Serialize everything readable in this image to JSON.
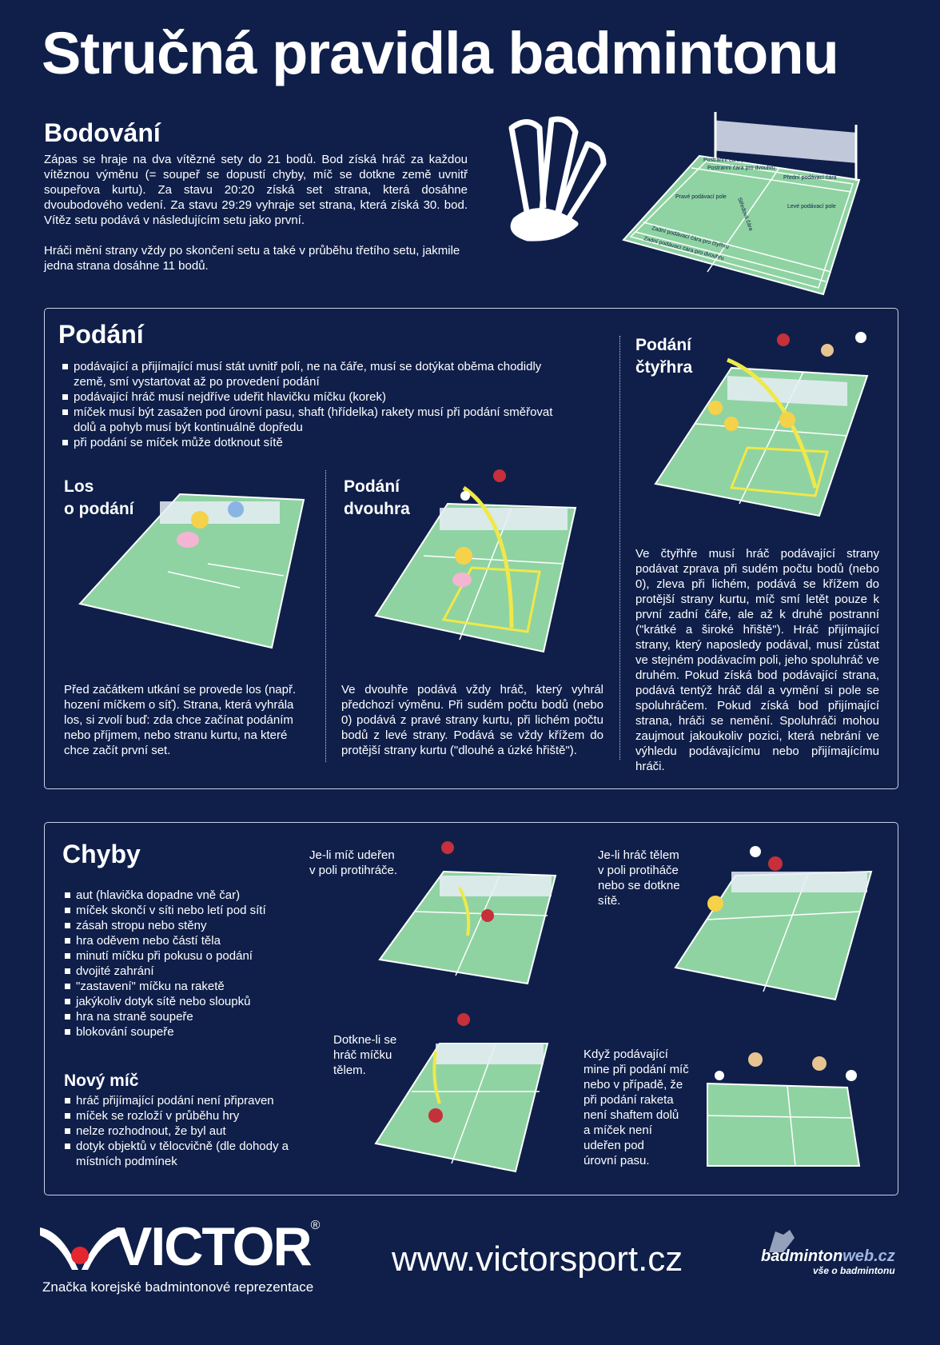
{
  "title": "Stručná pravidla badmintonu",
  "scoring": {
    "heading": "Bodování",
    "para1": "Zápas se hraje na dva vítězné sety do 21 bodů. Bod získá hráč za každou vítěznou výměnu (= soupeř se dopustí chyby, míč se dotkne země uvnitř soupeřova kurtu). Za stavu 20:20 získá set strana, která dosáhne dvoubodového vedení. Za stavu 29:29 vyhraje set strana, která získá 30. bod. Vítěz setu podává v následujícím setu jako první.",
    "para2": "Hráči mění strany vždy po skončení setu a také v průběhu třetího setu, jakmile jedna strana dosáhne 11 bodů."
  },
  "court_diagram": {
    "labels": [
      "Postranní čára pro čtyřhru",
      "Postranní čára pro dvouhru",
      "Přední podávací čára",
      "Pravé podávací pole",
      "Středová čára",
      "Levé podávací pole",
      "Zadní podávací čára pro čtyřhru",
      "Zadní podávací čára pro dvouhru"
    ]
  },
  "serve": {
    "heading": "Podání",
    "bullets": [
      "podávající a přijímající musí stát uvnitř polí, ne na čáře, musí se dotýkat oběma chodidly země, smí vystartovat až po provedení podání",
      "podávající hráč musí nejdříve udeřit hlavičku míčku (korek)",
      "míček musí být zasažen pod úrovní pasu, shaft (hřídelka) rakety musí při podání směřovat dolů a pohyb musí být kontinuálně dopředu",
      "při podání se míček může dotknout sítě"
    ],
    "doubles": {
      "heading_line1": "Podání",
      "heading_line2": "čtyřhra",
      "text": "Ve čtyřhře musí hráč podávající strany podávat zprava při sudém počtu bodů (nebo 0), zleva při lichém, podává se křížem do protější strany kurtu, míč smí letět pouze k první zadní čáře, ale až k druhé postranní (\"krátké a široké hřiště\"). Hráč přijímající strany, který naposledy podával, musí zůstat ve stejném podávacím poli, jeho spoluhráč ve druhém. Pokud získá bod podávající strana, podává tentýž hráč dál a vymění si pole se spoluhráčem. Pokud získá bod přijímající strana, hráči se nemění. Spoluhráči mohou zaujmout jakoukoliv pozici, která nebrání ve výhledu podávajícímu nebo přijímajícímu hráči."
    },
    "toss": {
      "heading_line1": "Los",
      "heading_line2": "o podání",
      "text": "Před začátkem utkání se provede los (např. hození míčkem o síť). Strana, která vyhrála los, si zvolí buď: zda chce začínat podáním nebo příjmem, nebo stranu kurtu, na které chce začít první set."
    },
    "singles": {
      "heading_line1": "Podání",
      "heading_line2": "dvouhra",
      "text": "Ve dvouhře podává vždy hráč, který vyhrál předchozí výměnu. Při sudém počtu bodů (nebo 0) podává z pravé strany kurtu, při lichém počtu bodů z levé strany. Podává se vždy křížem do protější strany kurtu (\"dlouhé a úzké hřiště\")."
    }
  },
  "faults": {
    "heading": "Chyby",
    "bullets": [
      "aut (hlavička dopadne vně čar)",
      "míček skončí v síti nebo letí pod sítí",
      "zásah stropu nebo stěny",
      "hra oděvem nebo částí těla",
      "minutí míčku při pokusu o podání",
      "dvojité zahrání",
      "\"zastavení\" míčku na raketě",
      "jakýkoliv dotyk sítě nebo sloupků",
      "hra na straně soupeře",
      "blokování soupeře"
    ],
    "captions": {
      "c1_l1": "Je-li míč udeřen",
      "c1_l2": "v poli protihráče.",
      "c2_l1": "Je-li hráč tělem",
      "c2_l2": "v poli protiháče",
      "c2_l3": "nebo se dotkne",
      "c2_l4": "sítě.",
      "c3_l1": "Dotkne-li se",
      "c3_l2": "hráč míčku",
      "c3_l3": "tělem.",
      "c4_l1": "Když podávající",
      "c4_l2": "mine při podání míč",
      "c4_l3": "nebo v případě, že",
      "c4_l4": "při podání raketa",
      "c4_l5": "není shaftem dolů",
      "c4_l6": "a míček není",
      "c4_l7": "udeřen pod",
      "c4_l8": "úrovní pasu."
    }
  },
  "let": {
    "heading": "Nový míč",
    "bullets": [
      "hráč přijímající podání není připraven",
      "míček se rozloží v průběhu hry",
      "nelze rozhodnout, že byl aut",
      "dotyk objektů v tělocvičně (dle dohody a místních podmínek"
    ]
  },
  "footer": {
    "brand": "VICTOR",
    "registered": "®",
    "tagline": "Značka korejské badmintonové reprezentace",
    "url": "www.victorsport.cz",
    "partner_main": "badminton",
    "partner_accent": "web.cz",
    "partner_sub": "vše o badmintonu"
  },
  "colors": {
    "background": "#0f1f4a",
    "court": "#8fd3a2",
    "court_line": "#ffffff",
    "serve_box": "#f0e84a",
    "brand_red": "#e3262f"
  }
}
